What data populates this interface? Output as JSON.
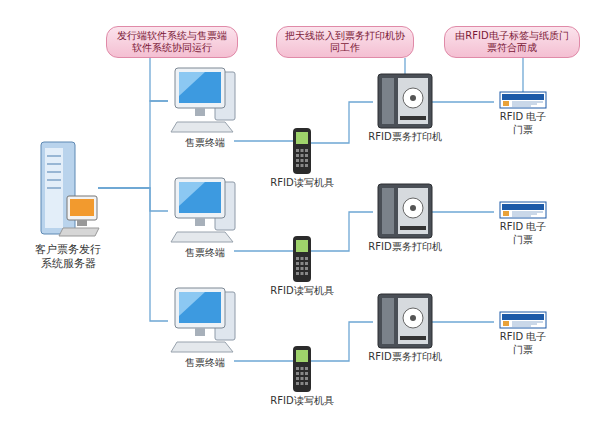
{
  "diagram": {
    "nodes": [
      {
        "text": [
          "发行端软件系统与售票端软件系统协同运行"
        ]
      },
      {
        "text": [
          "把天线嵌入到票务打印机协同工作"
        ]
      },
      {
        "text": [
          "由RFID电子标签与纸质门票符合而成"
        ]
      },
      {
        "text": [
          "客户票务发行系统服务器"
        ]
      },
      {
        "text": [
          "售票终端"
        ]
      },
      {
        "text": [
          "RFID读写机具"
        ]
      },
      {
        "text": [
          "RFID票务打印机"
        ]
      },
      {
        "text": [
          "RFID 电子门票"
        ]
      },
      {
        "text": [
          "售票终端"
        ]
      },
      {
        "text": [
          "RFID读写机具"
        ]
      },
      {
        "text": [
          "RFID票务打印机"
        ]
      },
      {
        "text": [
          "RFID 电子门票"
        ]
      },
      {
        "text": [
          "售票终端"
        ]
      },
      {
        "text": [
          "RFID读写机具"
        ]
      },
      {
        "text": [
          "RFID票务打印机"
        ]
      },
      {
        "text": [
          "RFID 电子门票"
        ]
      }
    ],
    "edges": [
      {
        "from": 3,
        "to": 4,
        "arrow": "none"
      },
      {
        "from": 3,
        "to": 8,
        "arrow": "none"
      },
      {
        "from": 3,
        "to": 12,
        "arrow": "none"
      },
      {
        "from": 0,
        "to": 4,
        "arrow": "none"
      },
      {
        "from": 1,
        "to": 6,
        "arrow": "none"
      },
      {
        "from": 2,
        "to": 7,
        "arrow": "none"
      },
      {
        "from": 4,
        "to": 5,
        "arrow": "none"
      },
      {
        "from": 5,
        "to": 6,
        "arrow": "none"
      },
      {
        "from": 6,
        "to": 7,
        "arrow": "none"
      },
      {
        "from": 8,
        "to": 9,
        "arrow": "none"
      },
      {
        "from": 9,
        "to": 10,
        "arrow": "none"
      },
      {
        "from": 10,
        "to": 11,
        "arrow": "none"
      },
      {
        "from": 12,
        "to": 13,
        "arrow": "none"
      },
      {
        "from": 13,
        "to": 14,
        "arrow": "none"
      },
      {
        "from": 14,
        "to": 15,
        "arrow": "none"
      }
    ]
  }
}
